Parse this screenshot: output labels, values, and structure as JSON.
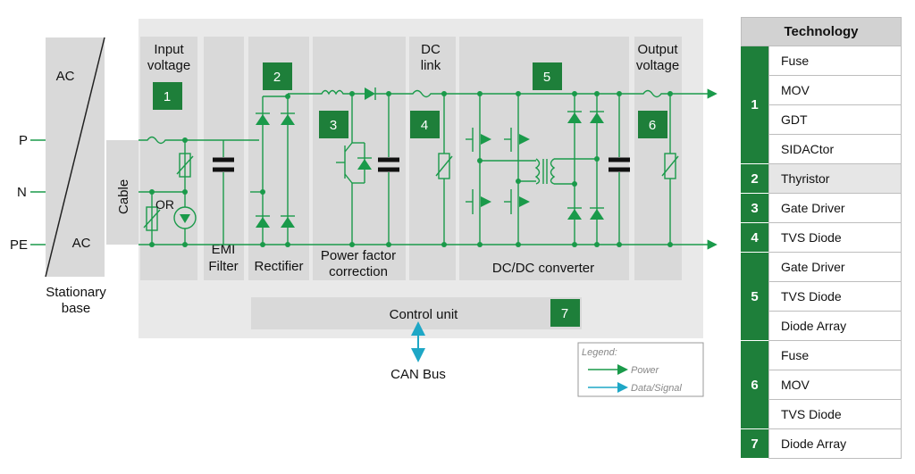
{
  "blocks": {
    "input_voltage": [
      "Input",
      "voltage"
    ],
    "emi_filter": [
      "EMI",
      "Filter"
    ],
    "rectifier": "Rectifier",
    "pfc": [
      "Power factor",
      "correction"
    ],
    "dc_link": [
      "DC",
      "link"
    ],
    "dcdc": "DC/DC converter",
    "output_voltage": [
      "Output",
      "voltage"
    ],
    "control_unit": "Control unit",
    "cable": "Cable",
    "ac_top": "AC",
    "ac_bottom": "AC",
    "stationary_base": [
      "Stationary",
      "base"
    ],
    "or_label": "OR"
  },
  "terminals": [
    "P",
    "N",
    "PE"
  ],
  "bus": "CAN Bus",
  "badges": [
    "1",
    "2",
    "3",
    "4",
    "5",
    "6",
    "7"
  ],
  "legend": {
    "title": "Legend:",
    "power": "Power",
    "signal": "Data/Signal"
  },
  "colors": {
    "power": "#1a9a4a",
    "signal": "#1ea7c6",
    "block_bg": "#d9d9d9",
    "panel_bg": "#e9e9e9",
    "badge": "#1e7f3a"
  },
  "technology": {
    "header": "Technology",
    "groups": [
      {
        "num": "1",
        "items": [
          "Fuse",
          "MOV",
          "GDT",
          "SIDACtor"
        ]
      },
      {
        "num": "2",
        "items": [
          "Thyristor"
        ]
      },
      {
        "num": "3",
        "items": [
          "Gate Driver"
        ]
      },
      {
        "num": "4",
        "items": [
          "TVS Diode"
        ]
      },
      {
        "num": "5",
        "items": [
          "Gate Driver",
          "TVS Diode",
          "Diode Array"
        ]
      },
      {
        "num": "6",
        "items": [
          "Fuse",
          "MOV",
          "TVS Diode"
        ]
      },
      {
        "num": "7",
        "items": [
          "Diode Array"
        ]
      }
    ]
  }
}
